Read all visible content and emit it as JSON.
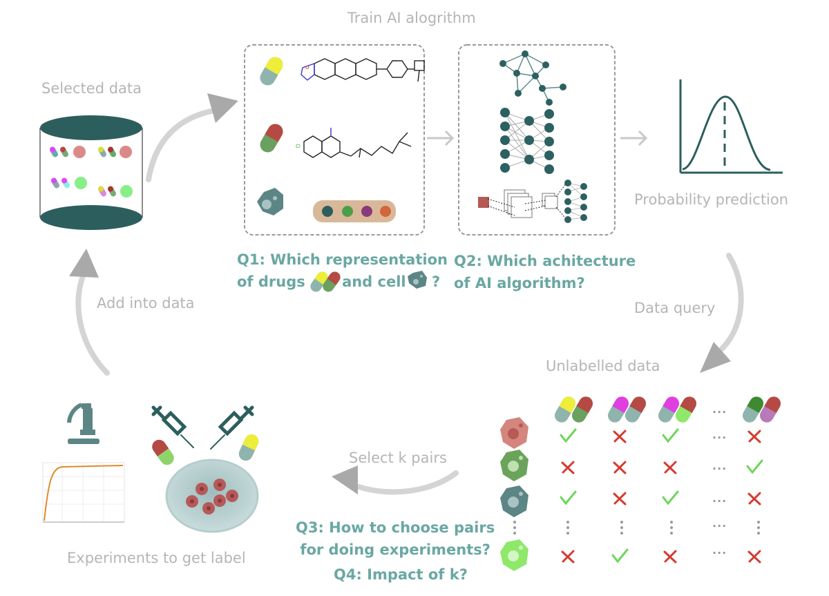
{
  "labels": {
    "train": "Train AI alogrithm",
    "selected": "Selected data",
    "probability": "Probability prediction",
    "data_query": "Data query",
    "unlabelled": "Unlabelled data",
    "select_k": "Select k pairs",
    "add_into": "Add into data",
    "experiments": "Experiments to get label"
  },
  "questions": {
    "q1_line1": "Q1: Which representation",
    "q1_prefix": "of drugs",
    "q1_mid": "and cell",
    "q1_end": "?",
    "q2_line1": "Q2: Which achitecture",
    "q2_line2": "of AI algorithm?",
    "q3_line1": "Q3: How to choose pairs",
    "q3_line2": "for doing experiments?",
    "q4": "Q4: Impact of k?"
  },
  "matrix": {
    "ellipsis": "...",
    "rows": [
      [
        "check",
        "cross",
        "check",
        "cross"
      ],
      [
        "cross",
        "cross",
        "cross",
        "check"
      ],
      [
        "check",
        "cross",
        "check",
        "cross"
      ],
      [
        "cross",
        "check",
        "cross",
        "cross"
      ]
    ]
  },
  "colors": {
    "label_gray": "#b5b5b5",
    "question_teal": "#6aa7a3",
    "dark_teal": "#2d5e5e",
    "check_green": "#6cd65a",
    "cross_red": "#d63a2f"
  }
}
